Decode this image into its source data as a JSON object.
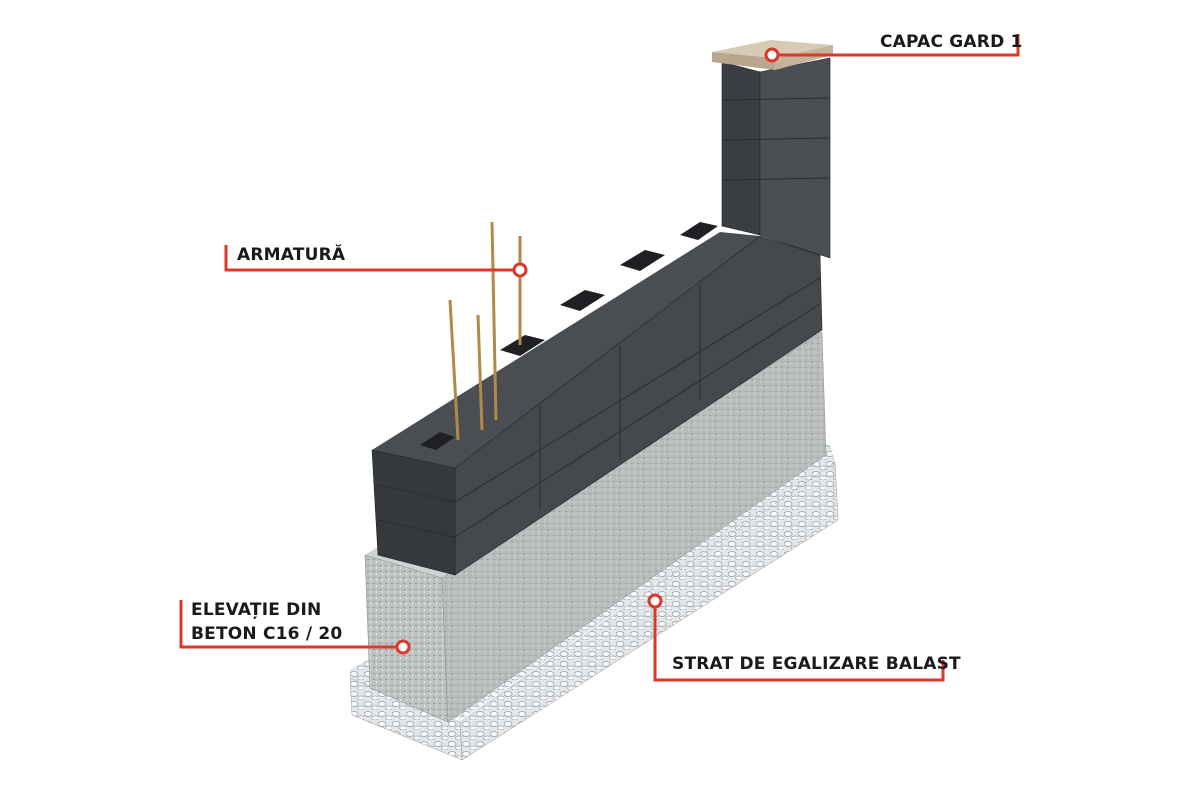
{
  "labels": {
    "cap": "CAPAC GARD 1",
    "rebar": "ARMATURĂ",
    "elevation_line1": "ELEVAȚIE DIN",
    "elevation_line2": "BETON C16 / 20",
    "gravel": "STRAT DE EGALIZARE BALAST"
  },
  "colors": {
    "accent": "#d9382b",
    "block": "#3c3f44",
    "concrete": "#b9bcbd",
    "gravel": "#dfe3e6",
    "cap": "#c9b9a2"
  }
}
